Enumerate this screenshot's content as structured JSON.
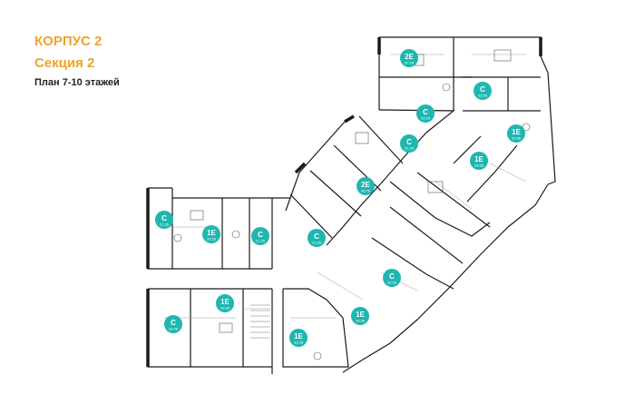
{
  "header": {
    "building": "КОРПУС 2",
    "section": "Секция 2",
    "floors": "План 7-10 этажей"
  },
  "colors": {
    "accent": "#f0a22c",
    "badge": "#1fb6b0",
    "wall": "#1a1a1a",
    "line": "#9a9a9a"
  },
  "apartments": [
    {
      "type": "2E",
      "area": "67.08"
    },
    {
      "type": "С",
      "area": "22.66"
    },
    {
      "type": "С",
      "area": "22.25"
    },
    {
      "type": "1Е",
      "area": "32.86"
    },
    {
      "type": "С",
      "area": "21.26"
    },
    {
      "type": "1Е",
      "area": "34.86"
    },
    {
      "type": "2E",
      "area": "46.78"
    },
    {
      "type": "С",
      "area": "21.26"
    },
    {
      "type": "1Е",
      "area": "32.59"
    },
    {
      "type": "С",
      "area": "21.26"
    },
    {
      "type": "С",
      "area": "21.26"
    },
    {
      "type": "С",
      "area": "20.98"
    },
    {
      "type": "1Е",
      "area": "43.08"
    },
    {
      "type": "С",
      "area": "25.48"
    },
    {
      "type": "1Е",
      "area": "34.88"
    },
    {
      "type": "1Е",
      "area": "32.28"
    }
  ]
}
